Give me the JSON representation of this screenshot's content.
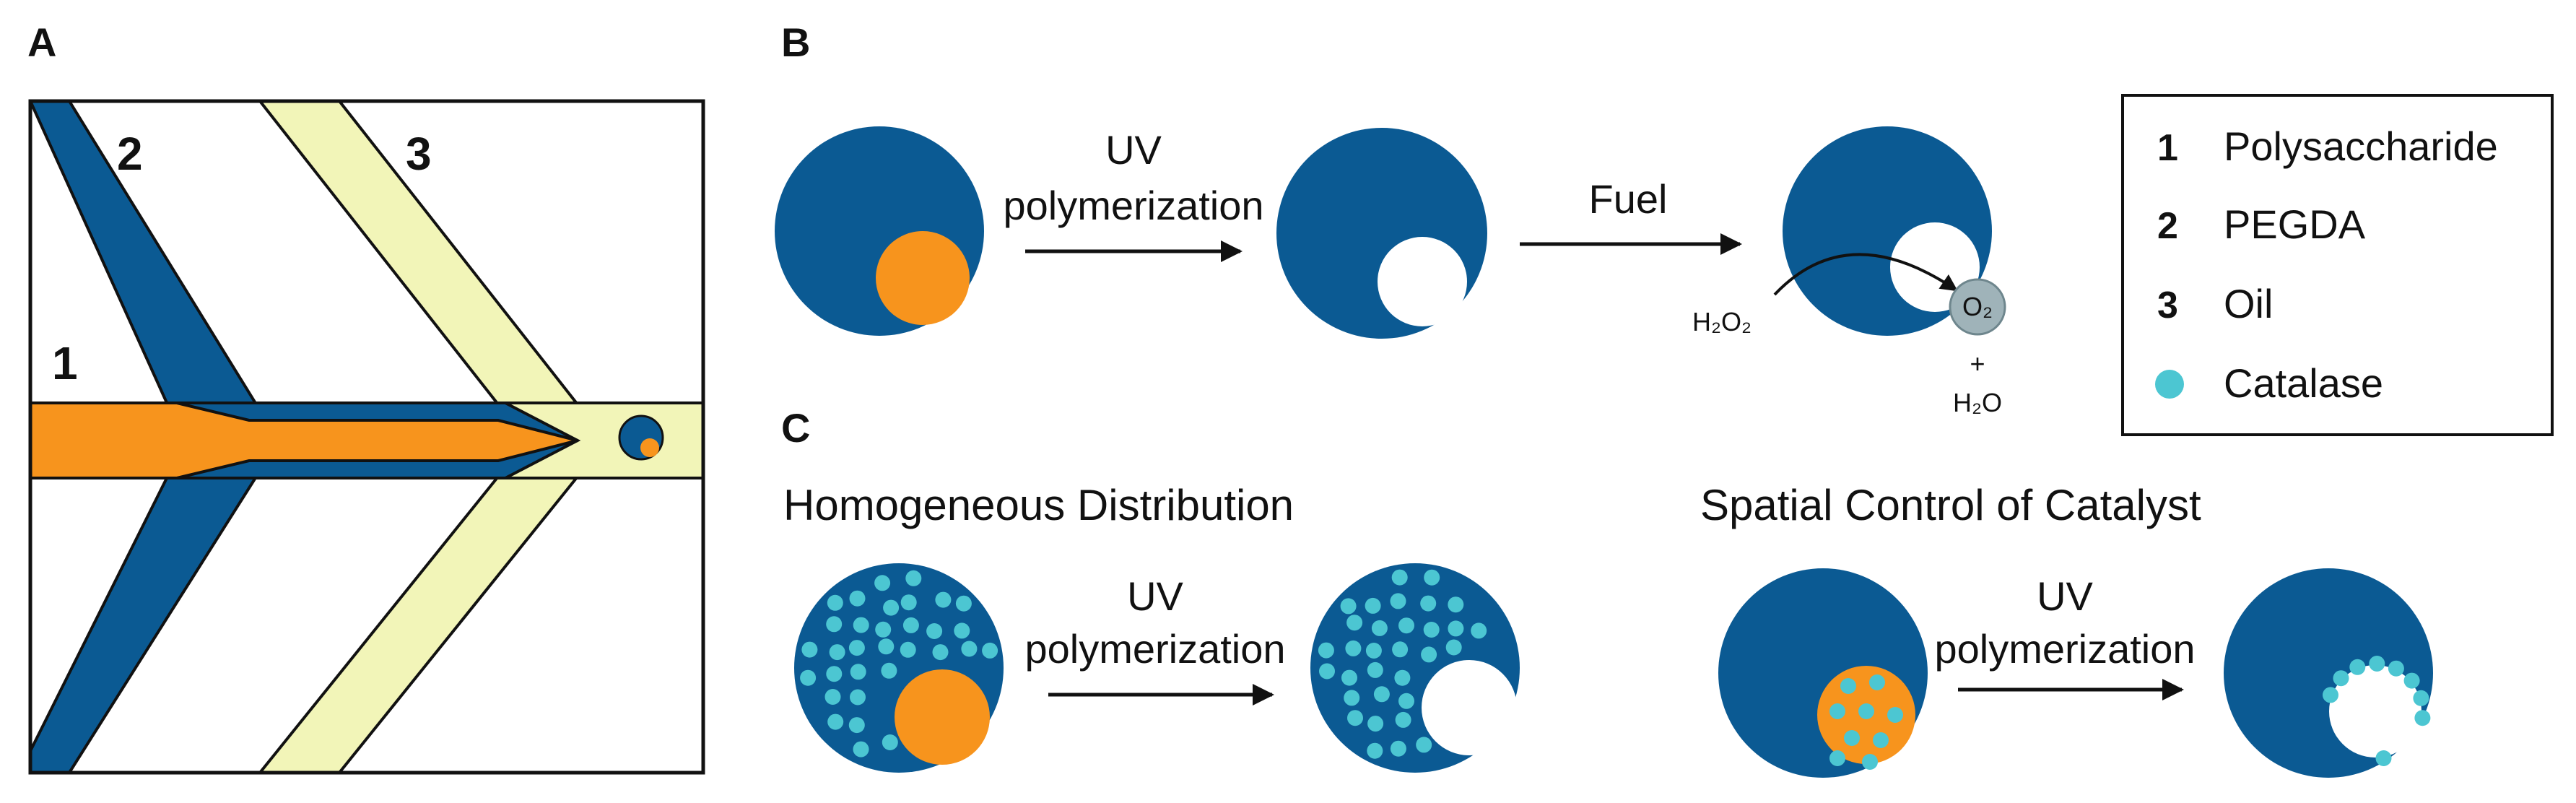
{
  "colors": {
    "polysaccharide": "#f7941d",
    "pegda": "#0b5a93",
    "oil": "#f2f5b8",
    "catalase": "#4cc6d2",
    "o2_bubble": "#9fb3b9"
  },
  "panel_a": {
    "letter": "A",
    "channel_1": "1",
    "channel_2": "2",
    "channel_3": "3"
  },
  "panel_b": {
    "letter": "B",
    "arrow1_line1": "UV",
    "arrow1_line2": "polymerization",
    "arrow2_label": "Fuel",
    "reactant": "H₂O₂",
    "product_gas": "O₂",
    "plus": "+",
    "product_water": "H₂O"
  },
  "panel_c": {
    "letter": "C",
    "left_title": "Homogeneous Distribution",
    "right_title": "Spatial Control of Catalyst",
    "left_arrow_line1": "UV",
    "left_arrow_line2": "polymerization",
    "right_arrow_line1": "UV",
    "right_arrow_line2": "polymerization"
  },
  "legend": {
    "items": [
      {
        "num": "1",
        "label": "Polysaccharide"
      },
      {
        "num": "2",
        "label": "PEGDA"
      },
      {
        "num": "3",
        "label": "Oil"
      },
      {
        "num": "",
        "label": "Catalase",
        "icon": "catalase-dot-icon"
      }
    ]
  }
}
